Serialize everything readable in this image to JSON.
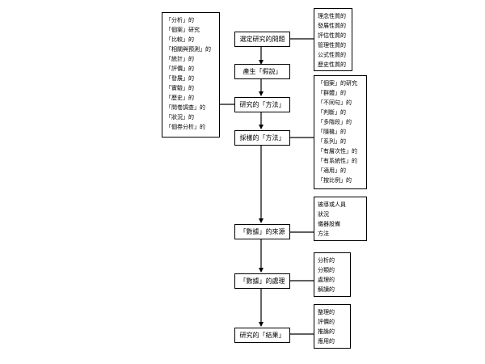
{
  "main_steps": [
    "選定研究的問題",
    "產生「假說」",
    "研究的「方法」",
    "採樣的「方法」",
    "「數據」的來源",
    "「數據」的處理",
    "研究的「結果」"
  ],
  "side_lists": {
    "left_methods": [
      "「分析」的",
      "「個案」研究",
      "「比較」的",
      "「相關與預測」的",
      "「統計」的",
      "「評價」的",
      "「發展」的",
      "「實驗」的",
      "「歷史」的",
      "「問卷調查」的",
      "「狀況」的",
      "「個券分析」的"
    ],
    "problem_types": [
      "理念性質的",
      "發展性質的",
      "評估性質的",
      "管理性質的",
      "公式性質的",
      "歷史性質的"
    ],
    "sampling_methods": [
      "「個案」的研究",
      "「群體」的",
      "「不同句」的",
      "「判斷」的",
      "「多階段」的",
      "「隨機」的",
      "「系列」的",
      "「有層次性」的",
      "「有系統性」的",
      "「適用」的",
      "「按比例」的"
    ],
    "data_sources": [
      "被導或人員",
      "狀況",
      "儀器設備",
      "方法"
    ],
    "data_processing": [
      "分析的",
      "分類的",
      "處理的",
      "解讀的"
    ],
    "result_actions": [
      "整理的",
      "評價的",
      "推論的",
      "應用的"
    ]
  }
}
